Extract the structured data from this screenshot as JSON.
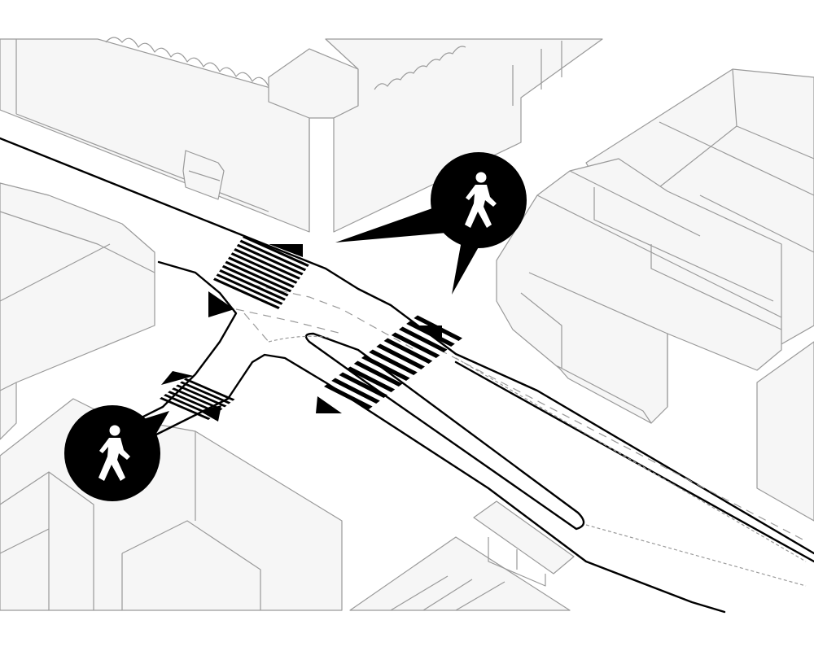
{
  "scene": {
    "background": "#ffffff",
    "building_fill": "#f6f6f6",
    "building_stroke": "#9a9a9a",
    "road_stroke": "#000000"
  },
  "markers": [
    {
      "icon": "pedestrian-icon",
      "color": "#000000"
    },
    {
      "icon": "pedestrian-icon",
      "color": "#000000"
    }
  ],
  "crossings": [
    {
      "type": "zebra-crossing"
    },
    {
      "type": "zebra-crossing"
    },
    {
      "type": "zebra-crossing"
    }
  ]
}
